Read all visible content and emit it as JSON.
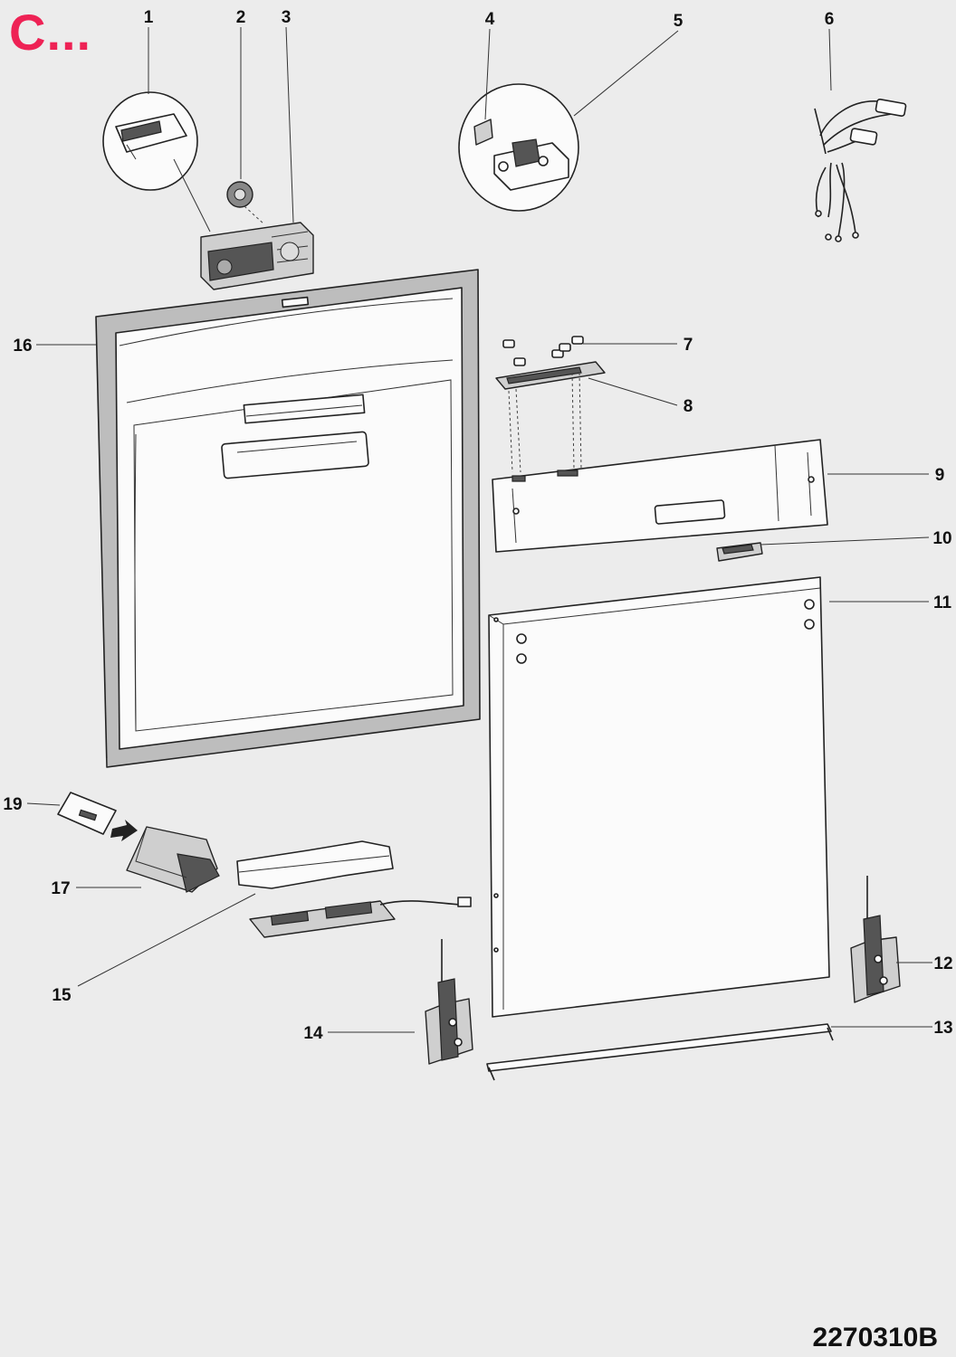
{
  "header": {
    "code": "C...",
    "code_color": "#ee2255"
  },
  "drawing_number": "2270310B",
  "callouts": [
    {
      "id": "1",
      "label": "1"
    },
    {
      "id": "2",
      "label": "2"
    },
    {
      "id": "3",
      "label": "3"
    },
    {
      "id": "4",
      "label": "4"
    },
    {
      "id": "5",
      "label": "5"
    },
    {
      "id": "6",
      "label": "6"
    },
    {
      "id": "7",
      "label": "7"
    },
    {
      "id": "8",
      "label": "8"
    },
    {
      "id": "9",
      "label": "9"
    },
    {
      "id": "10",
      "label": "10"
    },
    {
      "id": "11",
      "label": "11"
    },
    {
      "id": "12",
      "label": "12"
    },
    {
      "id": "13",
      "label": "13"
    },
    {
      "id": "14",
      "label": "14"
    },
    {
      "id": "15",
      "label": "15"
    },
    {
      "id": "16",
      "label": "16"
    },
    {
      "id": "17",
      "label": "17"
    },
    {
      "id": "19",
      "label": "19"
    }
  ]
}
